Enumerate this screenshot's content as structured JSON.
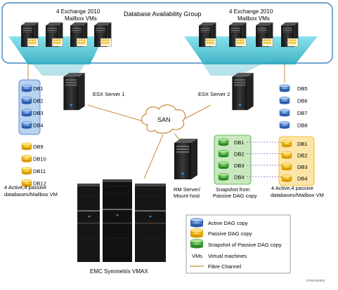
{
  "title": "Database Availability Group",
  "mailbox_group_label_1": "4 Exchange 2010",
  "mailbox_group_label_2": "Mailbox VMs",
  "servers": {
    "esx1": "ESX Server 1",
    "esx2": "ESX Server 2",
    "rm_line1": "RM Server/",
    "rm_line2": "Mount host",
    "storage": "EMC Symmetrix VMAX"
  },
  "san_label": "SAN",
  "left_active_dbs": [
    "DB1",
    "DB2",
    "DB3",
    "DB4"
  ],
  "left_passive_dbs": [
    "DB9",
    "DB10",
    "DB11",
    "DB12"
  ],
  "right_active_dbs": [
    "DB5",
    "DB6",
    "DB7",
    "DB8"
  ],
  "right_passive_dbs": [
    "DB1",
    "DB2",
    "DB3",
    "DB4"
  ],
  "snapshot_dbs": [
    "DB1",
    "DB2",
    "DB3",
    "DB4"
  ],
  "snapshot_label_1": "Snapshot from",
  "snapshot_label_2": "Passive DAG copy",
  "left_caption_1": "4 Active,4 passive",
  "left_caption_2": "databases/Mailbox VM",
  "right_caption_1": "4 Active,4 passive",
  "right_caption_2": "databases/Mailbox VM",
  "legend": {
    "active": "Active DAG copy",
    "passive": "Passive DAG copy",
    "snapshot": "Snapshot of Passive DAG copy",
    "vms_symbol": "VMs",
    "vms": "Virtual machines",
    "fibre": "Fibre Channel"
  },
  "figure_id": "SYM-002502",
  "colors": {
    "active": "#3d74c8",
    "passive": "#f2b400",
    "snapshot": "#43a83a",
    "fibre": "#c58a3c",
    "dag_fill": "#36b8c9",
    "dag_border": "#3f86c4"
  }
}
